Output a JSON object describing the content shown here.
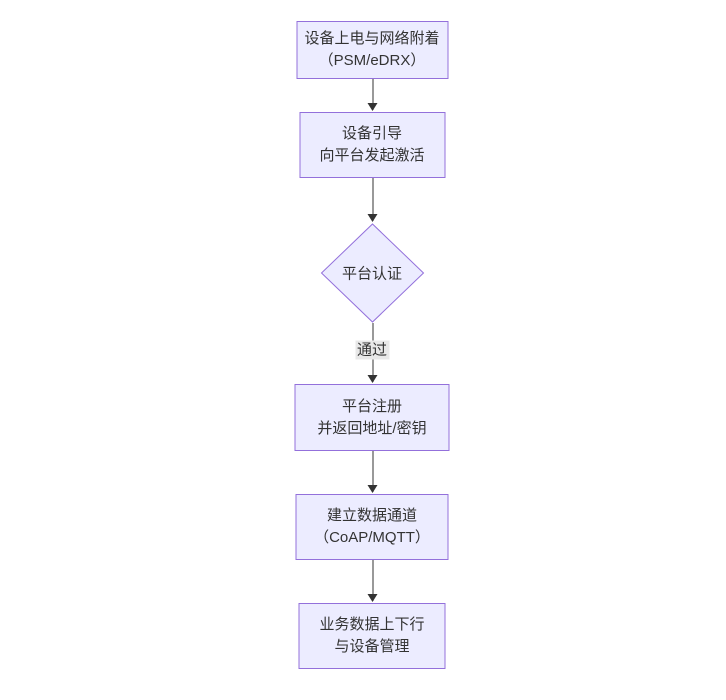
{
  "colors": {
    "node_fill": "#ECECFF",
    "node_border": "#9370DB",
    "text": "#333333",
    "edge": "#333333",
    "label_bg": "#e8e8e8",
    "background": "#ffffff"
  },
  "flowchart": {
    "type": "vertical-flowchart",
    "nodes": [
      {
        "id": "power-attach",
        "shape": "rect",
        "lines": [
          "设备上电与网络附着",
          "（PSM/eDRX）"
        ]
      },
      {
        "id": "bootstrap",
        "shape": "rect",
        "lines": [
          "设备引导",
          "向平台发起激活"
        ]
      },
      {
        "id": "platform-auth",
        "shape": "diamond",
        "lines": [
          "平台认证"
        ]
      },
      {
        "id": "platform-register",
        "shape": "rect",
        "lines": [
          "平台注册",
          "并返回地址/密钥"
        ]
      },
      {
        "id": "data-channel",
        "shape": "rect",
        "lines": [
          "建立数据通道",
          "（CoAP/MQTT）"
        ]
      },
      {
        "id": "business-data",
        "shape": "rect",
        "lines": [
          "业务数据上下行",
          "与设备管理"
        ]
      }
    ],
    "edges": [
      {
        "from": "power-attach",
        "to": "bootstrap",
        "label": ""
      },
      {
        "from": "bootstrap",
        "to": "platform-auth",
        "label": ""
      },
      {
        "from": "platform-auth",
        "to": "platform-register",
        "label": "通过"
      },
      {
        "from": "platform-register",
        "to": "data-channel",
        "label": ""
      },
      {
        "from": "data-channel",
        "to": "business-data",
        "label": ""
      }
    ]
  }
}
